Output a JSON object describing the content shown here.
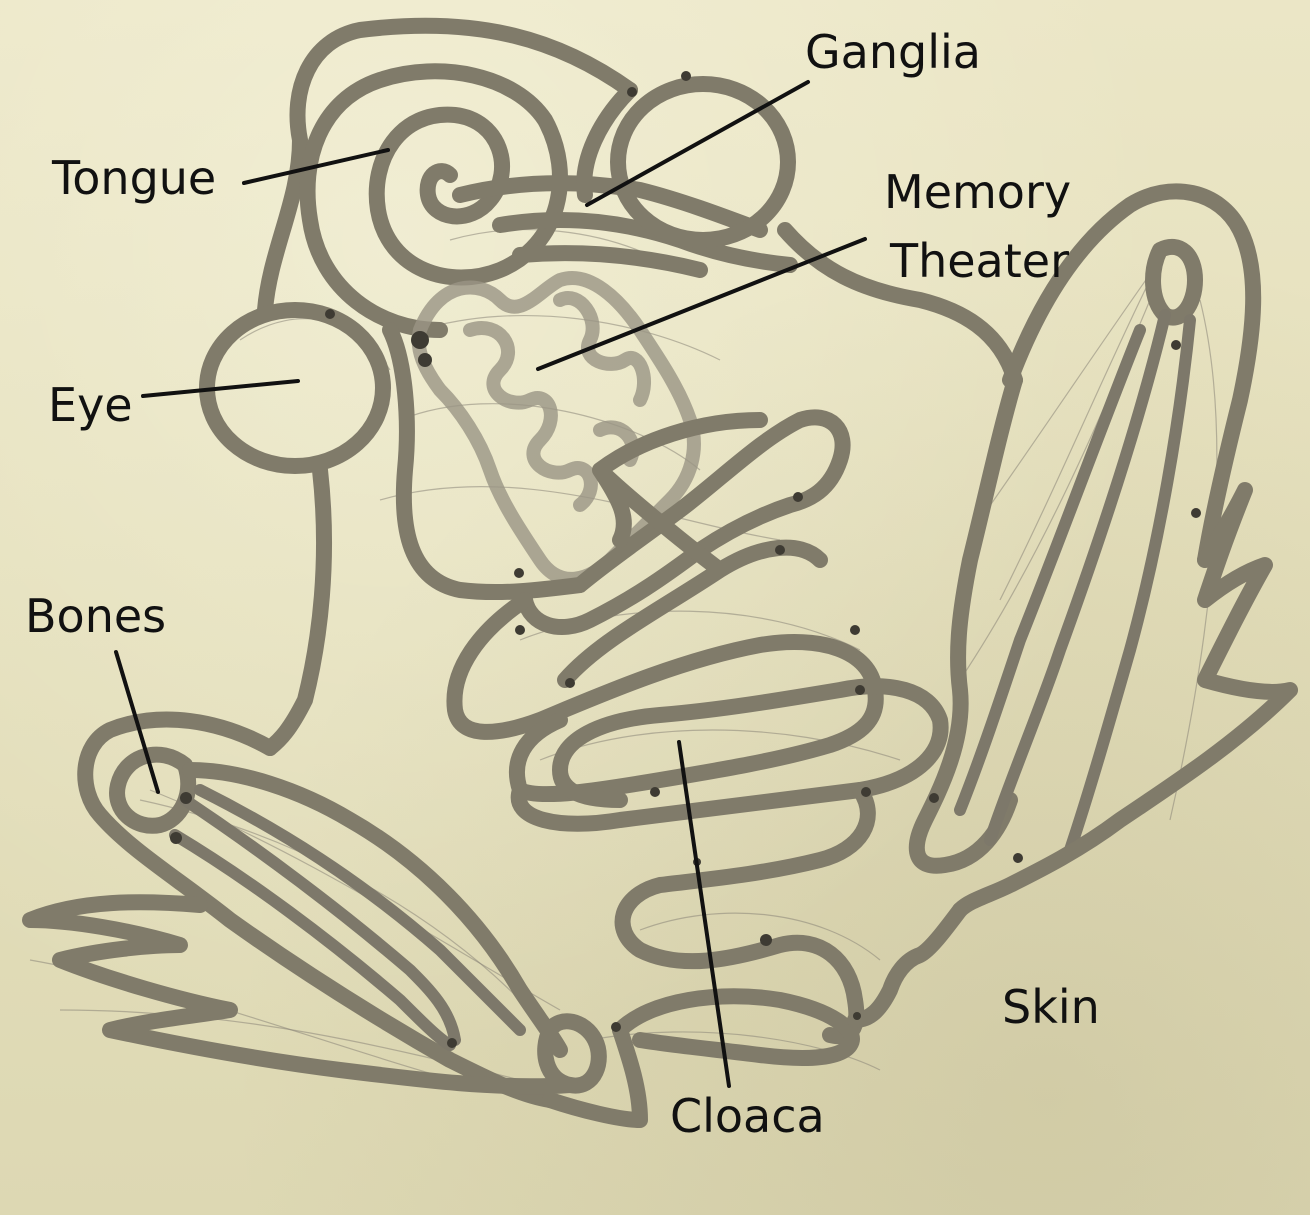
{
  "labels": {
    "ganglia": "Ganglia",
    "tongue": "Tongue",
    "memory_line1": "Memory",
    "memory_line2": "Theater",
    "eye": "Eye",
    "bones": "Bones",
    "skin": "Skin",
    "cloaca": "Cloaca"
  },
  "colors": {
    "paper": "#e6e1bf",
    "ink": "#807b6a",
    "label": "#111111"
  }
}
